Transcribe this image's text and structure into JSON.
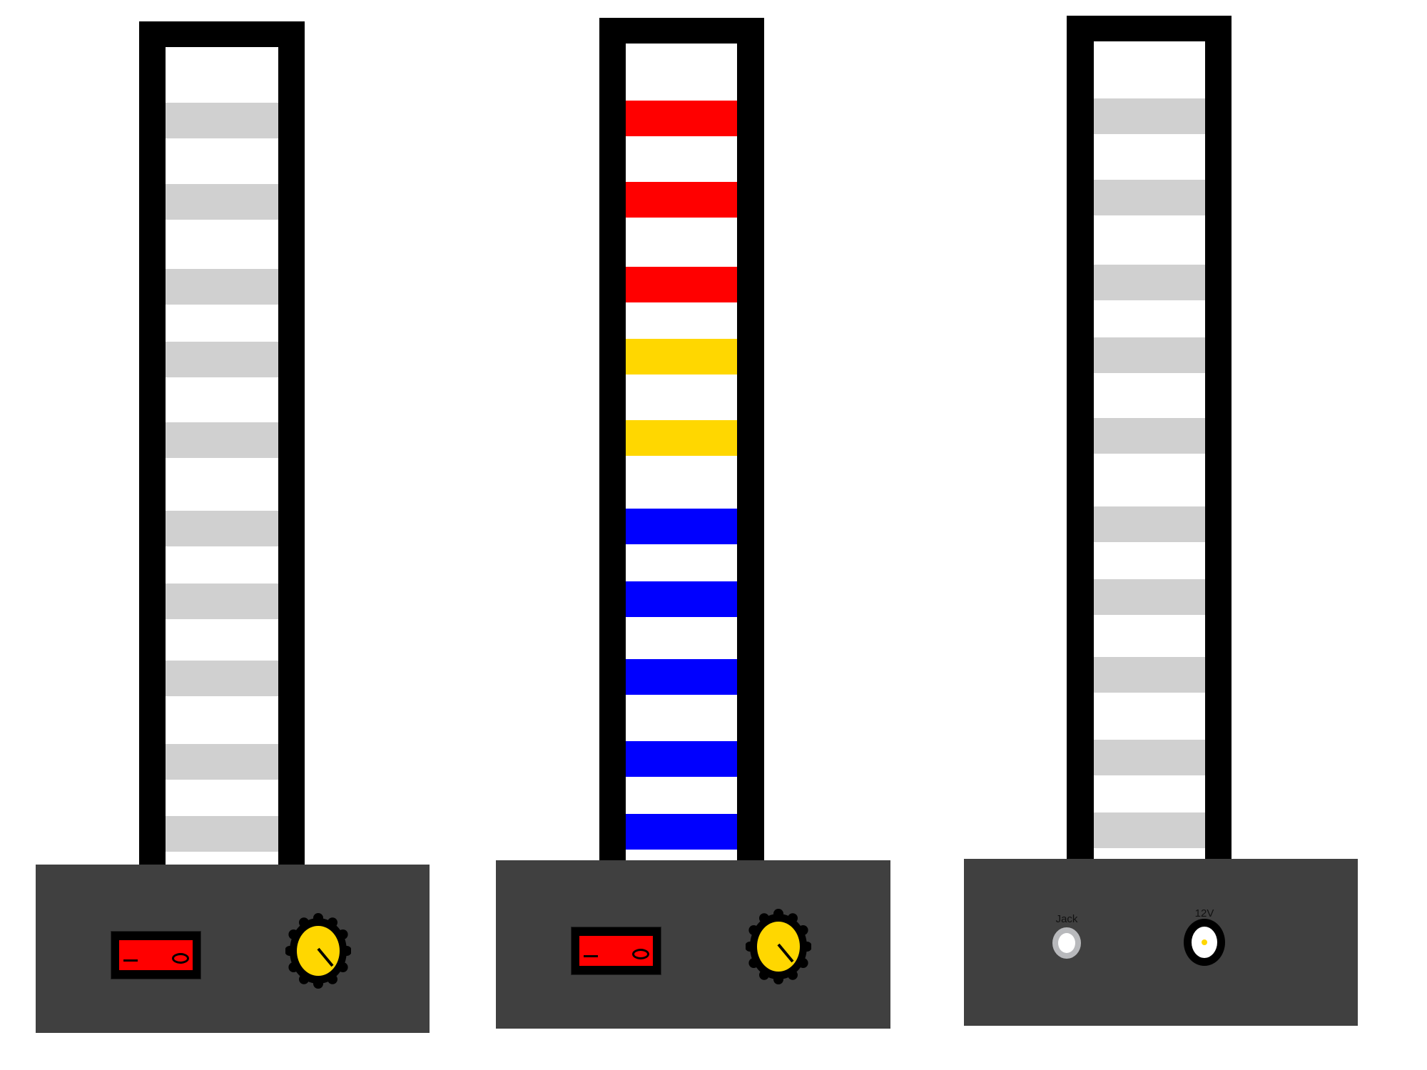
{
  "colors": {
    "off": "#d0d0d0",
    "red": "#ff0000",
    "yellow": "#ffd700",
    "blue": "#0000ff",
    "panel": "#404040"
  },
  "towers": [
    {
      "name": "tower-left",
      "segments": [
        "off",
        "off",
        "off",
        "off",
        "off",
        "off",
        "off",
        "off",
        "off",
        "off"
      ]
    },
    {
      "name": "tower-middle",
      "segments": [
        "red",
        "red",
        "red",
        "yellow",
        "yellow",
        "blue",
        "blue",
        "blue",
        "blue",
        "blue"
      ]
    },
    {
      "name": "tower-right",
      "segments": [
        "off",
        "off",
        "off",
        "off",
        "off",
        "off",
        "off",
        "off",
        "off",
        "off"
      ]
    }
  ],
  "panel3": {
    "jack_label": "Jack",
    "power_label": "12V"
  }
}
